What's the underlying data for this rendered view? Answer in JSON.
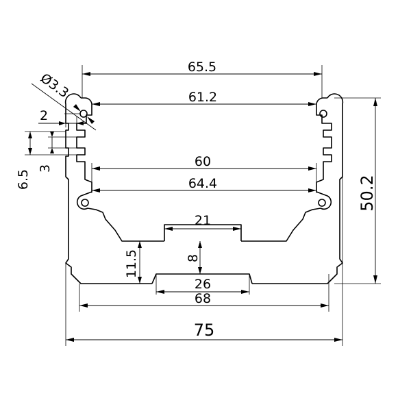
{
  "drawing": {
    "type": "aluminum profile cross-section technical drawing",
    "line_color": "#000000",
    "background": "#ffffff"
  },
  "dimensions": {
    "top_outer_width": "65.5",
    "top_inner_width": "61.2",
    "hole_diameter": "Ø3.3",
    "slot_width": "2",
    "slot_height": "6.5",
    "slot_opening": "3",
    "inner_width": "60",
    "groove_span": "64.4",
    "inner_flat": "21",
    "step_height": "11.5",
    "gap": "8",
    "bottom_flat": "26",
    "bottom_width": "68",
    "overall_width": "75",
    "overall_height": "50.2"
  }
}
